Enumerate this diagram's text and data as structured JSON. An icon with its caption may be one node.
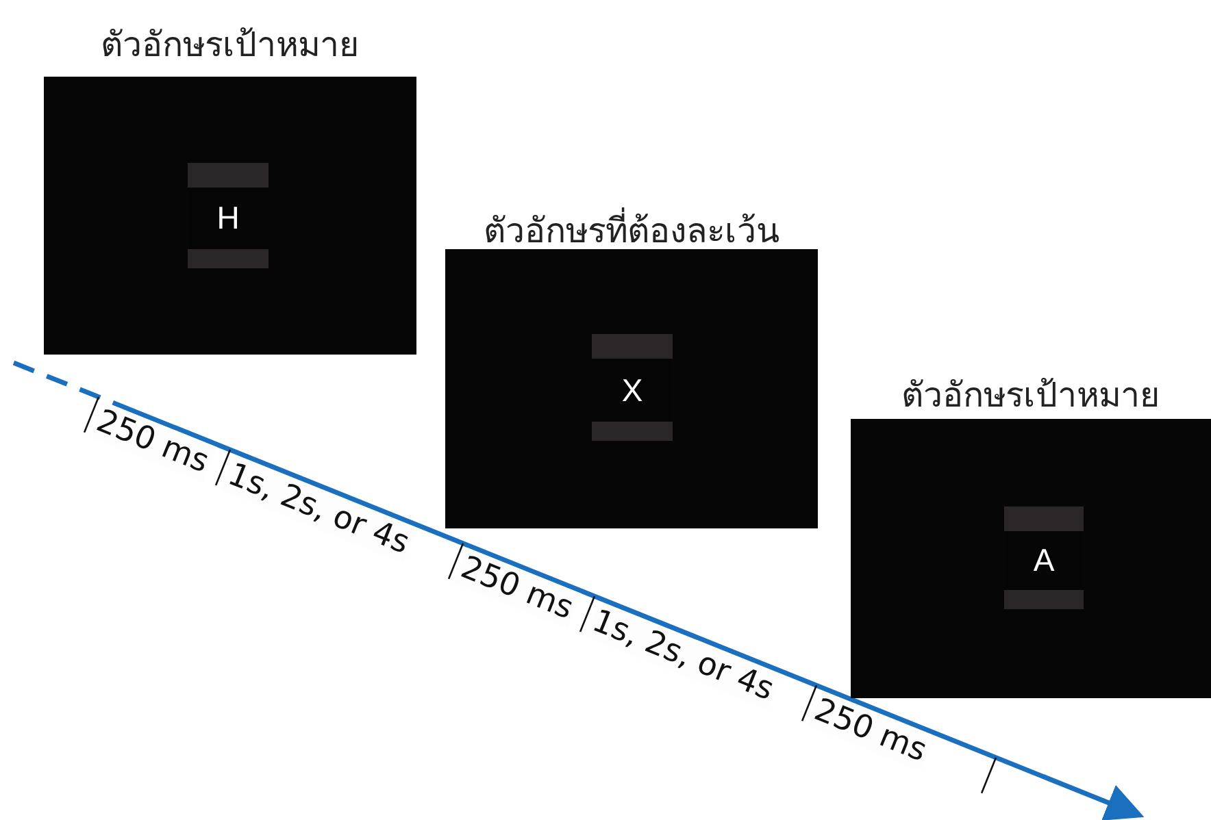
{
  "diagram": {
    "nodes": [
      {
        "text": [
          "ตัวอักษรเป้าหมาย"
        ]
      },
      {
        "text": [
          "H"
        ],
        "in": 0
      },
      {
        "text": [
          "ตัวอักษรที่ต้องละเว้น"
        ]
      },
      {
        "text": [
          "X"
        ],
        "in": 2
      },
      {
        "text": [
          "ตัวอักษรเป้าหมาย"
        ]
      },
      {
        "text": [
          "A"
        ],
        "in": 4
      }
    ],
    "edges": [],
    "labels": [
      "250 ms",
      "1s, 2s, or 4s",
      "250 ms",
      "1s, 2s, or 4s",
      "250 ms"
    ]
  }
}
